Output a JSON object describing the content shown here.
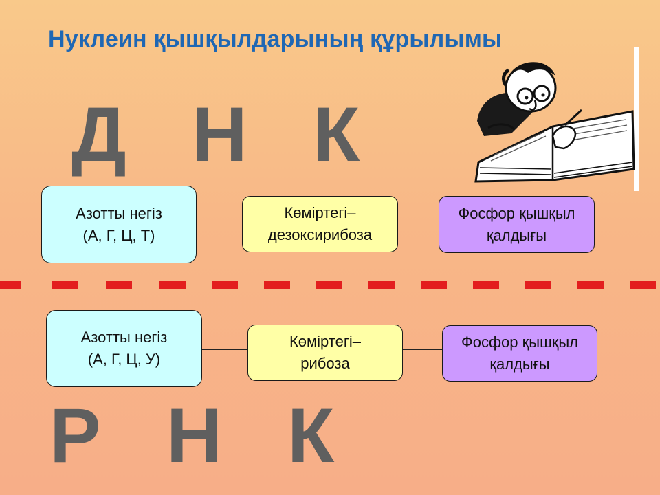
{
  "title": "Нуклеин қышқылдарының құрылымы",
  "dnk": {
    "label": "Д Н К",
    "base": {
      "line1": "Азотты негіз",
      "line2": "(А, Г, Ц, Т)"
    },
    "sugar": {
      "line1": "Көміртегі–",
      "line2": "дезоксирибоза"
    },
    "phosphate": {
      "line1": "Фосфор қышқыл",
      "line2": "қалдығы"
    }
  },
  "rnk": {
    "label": "Р Н К",
    "base": {
      "line1": "Азотты негіз",
      "line2": "(А, Г, Ц, У)"
    },
    "sugar": {
      "line1": "Көміртегі–",
      "line2": "рибоза"
    },
    "phosphate": {
      "line1": "Фосфор қышқыл",
      "line2": "қалдығы"
    }
  },
  "colors": {
    "title": "#1f67b4",
    "big_letters": "#5f5f5f",
    "base_box": "#ccffff",
    "sugar_box": "#ffffa6",
    "phosphate_box": "#cc99ff",
    "separator": "#e31e1e"
  },
  "icons": {
    "clipart": "reading-professor-icon"
  }
}
